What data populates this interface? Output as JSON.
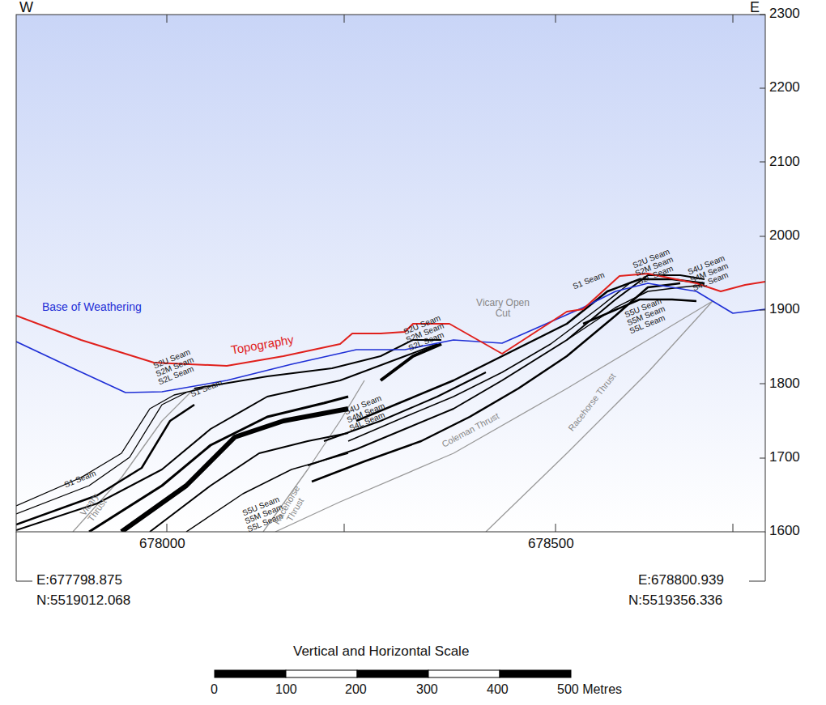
{
  "diagram": {
    "labels": [
      "W",
      "E",
      "2300",
      "2200",
      "2100",
      "2000",
      "1900",
      "1800",
      "1700",
      "1600",
      "678000",
      "678500",
      "E:677798.875",
      "N:5519012.068",
      "E:678800.939",
      "N:5519356.336",
      "Vertical and Horizontal Scale",
      "0",
      "100",
      "200",
      "300",
      "400",
      "500 Metres",
      "Base of Weathering",
      "Topography",
      "Vicary Open Cut",
      "S2U Seam",
      "S2M Seam",
      "S2L Seam",
      "S1 Seam",
      "S1 Seam",
      "S2U Seam",
      "S2M Seam",
      "S2L Seam",
      "S4U Seam",
      "S4M Seam",
      "S4L Seam",
      "S5U Seam",
      "S5M Seam",
      "S5L Seam",
      "S1 Seam",
      "S2U Seam",
      "S2M Seam",
      "S2L Seam",
      "S4U Seam",
      "S4M Seam",
      "S4L Seam",
      "S5U Seam",
      "S5M Seam",
      "S5L Seam",
      "Vicary Thrust",
      "Racehorse Thrust",
      "Coleman Thrust",
      "Racehorse Thrust"
    ]
  }
}
